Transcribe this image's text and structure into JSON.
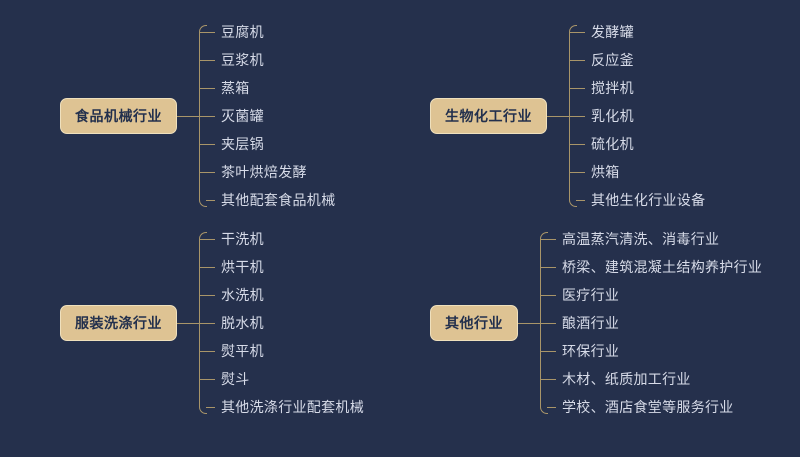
{
  "canvas": {
    "background_color": "#25304c",
    "node_fill_color": "#dec393",
    "node_border_color": "#efe0bd",
    "node_text_color": "#23304d",
    "connector_color": "#a99569",
    "item_text_color": "#d7dbe8"
  },
  "branches": [
    {
      "root": "食品机械行业",
      "items": [
        "豆腐机",
        "豆浆机",
        "蒸箱",
        "灭菌罐",
        "夹层锅",
        "茶叶烘焙发酵",
        "其他配套食品机械"
      ]
    },
    {
      "root": "生物化工行业",
      "items": [
        "发酵罐",
        "反应釜",
        "搅拌机",
        "乳化机",
        "硫化机",
        "烘箱",
        "其他生化行业设备"
      ]
    },
    {
      "root": "服装洗涤行业",
      "items": [
        "干洗机",
        "烘干机",
        "水洗机",
        "脱水机",
        "熨平机",
        "熨斗",
        "其他洗涤行业配套机械"
      ]
    },
    {
      "root": "其他行业",
      "items": [
        "高温蒸汽清洗、消毒行业",
        "桥梁、建筑混凝土结构养护行业",
        "医疗行业",
        "酿酒行业",
        "环保行业",
        "木材、纸质加工行业",
        "学校、酒店食堂等服务行业"
      ]
    }
  ]
}
